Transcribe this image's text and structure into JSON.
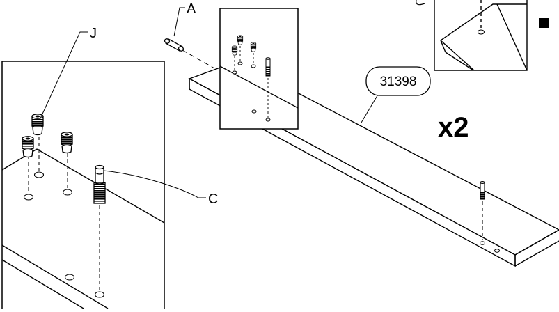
{
  "labels": {
    "part_a": "A",
    "part_j": "J",
    "part_c": "C",
    "part_number": "31398",
    "quantity": "x2"
  },
  "colors": {
    "ink": "#000000",
    "paper": "#ffffff"
  },
  "icons": {
    "step_marker": "filled-square"
  }
}
